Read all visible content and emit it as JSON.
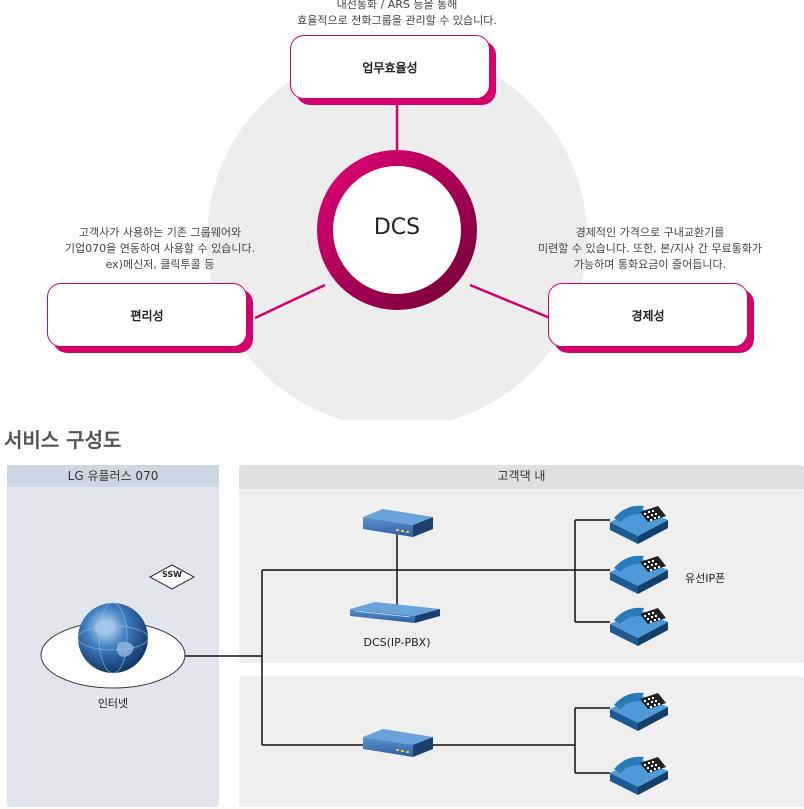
{
  "center": {
    "label": "DCS"
  },
  "benefits": {
    "top": {
      "title": "업무효율성",
      "desc_line1": "내선통화 / ARS 등을 통해",
      "desc_line2": "효율적으로 전화그룹을 관리할 수 있습니다."
    },
    "left": {
      "title": "편리성",
      "desc_line1": "고객사가 사용하는 기존 그룹웨어와",
      "desc_line2": "기업070을 연동하여 사용할 수 있습니다.",
      "desc_line3": "ex)메신저, 클릭투콜 등"
    },
    "right": {
      "title": "경제성",
      "desc_line1": "경제적인 가격으로 구내교환기를",
      "desc_line2": "미련할 수 있습니다. 또한, 본/지사 간 무료통화가",
      "desc_line3": "가능하며 통화요금이 줄어듭니다."
    }
  },
  "section_title": "서비스 구성도",
  "network": {
    "left_panel_title": "LG 유플러스 070",
    "right_panel_title": "고객댁 내",
    "ssw_label": "SSW",
    "internet_label": "인터넷",
    "pbx_label": "DCS(IP-PBX)",
    "phones_label": "유선IP폰"
  },
  "colors": {
    "accent": "#d4006e",
    "ring_dark": "#8a0040",
    "bg_circle": "#ededed",
    "device_blue": "#2f6db0",
    "phone_blue": "#2a7ab8"
  }
}
